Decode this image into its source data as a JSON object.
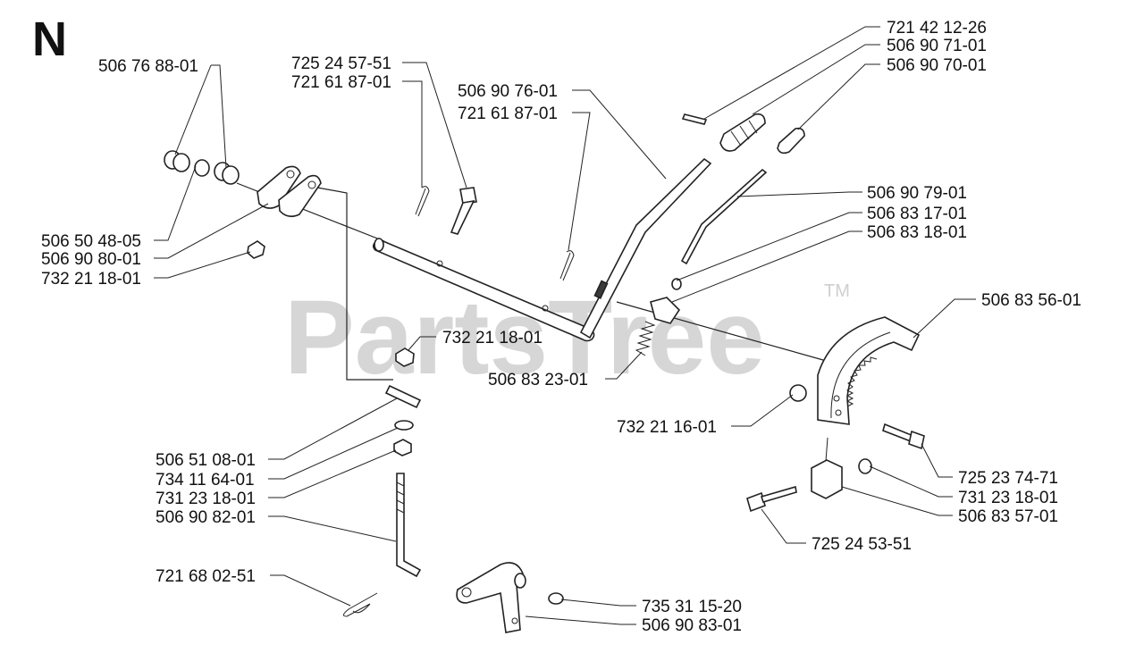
{
  "section_letter": "N",
  "watermark": {
    "text": "PartsTree",
    "trademark": "TM"
  },
  "part_labels": [
    "506 76 88-01",
    "725 24 57-51",
    "721 61 87-01",
    "506 90 76-01",
    "721 61 87-01",
    "721 42 12-26",
    "506 90 71-01",
    "506 90 70-01",
    "506 90 79-01",
    "506 83 17-01",
    "506 83 18-01",
    "506 83 56-01",
    "506 50 48-05",
    "506 90 80-01",
    "732 21 18-01",
    "732 21 18-01",
    "506 83 23-01",
    "732 21 16-01",
    "725 23 74-71",
    "731 23 18-01",
    "506 83 57-01",
    "725 24 53-51",
    "506 51 08-01",
    "734 11 64-01",
    "731 23 18-01",
    "506 90 82-01",
    "721 68 02-51",
    "735 31 15-20",
    "506 90 83-01"
  ]
}
